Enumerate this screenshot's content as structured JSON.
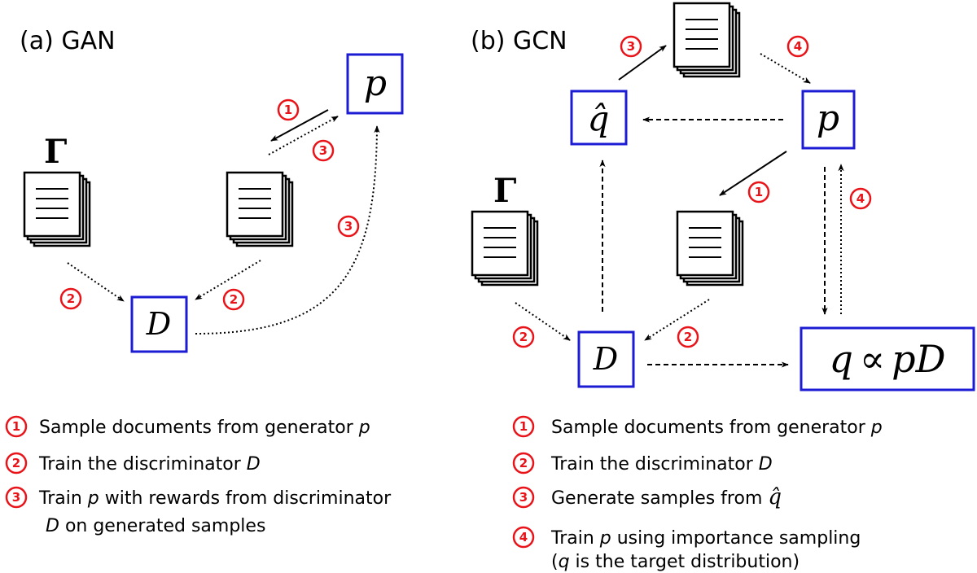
{
  "panel_a": {
    "title": "(a) GAN",
    "corpus_symbol": "Γ",
    "generator_label": "p",
    "discriminator_label": "D",
    "step_badges": [
      "1",
      "2",
      "3"
    ],
    "legend": [
      {
        "number": "1",
        "text": "Sample documents from generator ",
        "symbol": "p"
      },
      {
        "number": "2",
        "text": "Train the discriminator ",
        "symbol": "D"
      },
      {
        "number": "3",
        "line1_pre": "Train ",
        "line1_symbol": "p",
        "line1_post": " with rewards from discriminator",
        "line2_symbol": "D",
        "line2_post": " on generated samples"
      }
    ]
  },
  "panel_b": {
    "title": "(b) GCN",
    "corpus_symbol": "Γ",
    "generator_label": "p",
    "discriminator_label": "D",
    "qhat_label": "q̂",
    "target_label_q": "q",
    "target_label_prop": "∝",
    "target_label_pD": "pD",
    "step_badges": [
      "1",
      "2",
      "3",
      "4"
    ],
    "legend": [
      {
        "number": "1",
        "text": "Sample documents from generator ",
        "symbol": "p"
      },
      {
        "number": "2",
        "text": "Train the discriminator ",
        "symbol": "D"
      },
      {
        "number": "3",
        "text": "Generate  samples from ",
        "symbol": "q̂"
      },
      {
        "number": "4",
        "line1_pre": "Train ",
        "line1_symbol": "p",
        "line1_post": " using importance sampling",
        "line2_open": "(",
        "line2_symbol": "q",
        "line2_post": " is the target distribution)"
      }
    ]
  },
  "colors": {
    "node_border": "#1c1cd4",
    "badge": "#e8141a",
    "ink": "#000000"
  },
  "icons": [
    "document-stack-icon",
    "step-badge-icon",
    "arrow-icon"
  ]
}
